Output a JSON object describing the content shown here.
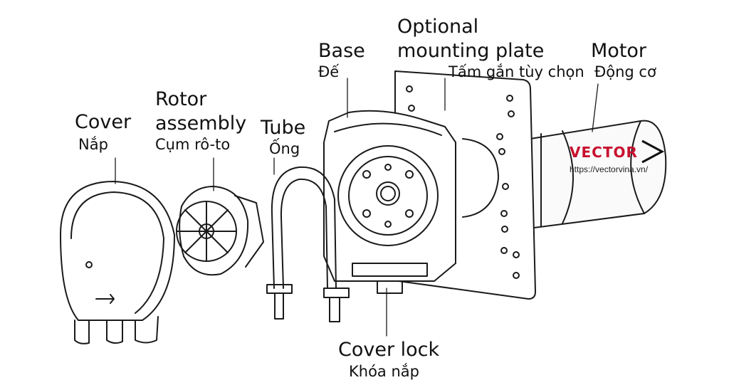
{
  "labels": {
    "cover": {
      "en": "Cover",
      "vi": "Nắp"
    },
    "rotor": {
      "en1": "Rotor",
      "en2": "assembly",
      "vi": "Cụm rô-to"
    },
    "tube": {
      "en": "Tube",
      "vi": "Ống"
    },
    "base": {
      "en": "Base",
      "vi": "Đế"
    },
    "plate": {
      "en1": "Optional",
      "en2": "mounting plate",
      "vi": "Tấm gắn tùy chọn"
    },
    "motor": {
      "en": "Motor",
      "vi": "Động cơ"
    },
    "lock": {
      "en": "Cover lock",
      "vi": "Khóa nắp"
    }
  },
  "watermark": {
    "brand": "VECTOR",
    "url": "https://vectorvina.vn/",
    "color": "#c8102e"
  }
}
